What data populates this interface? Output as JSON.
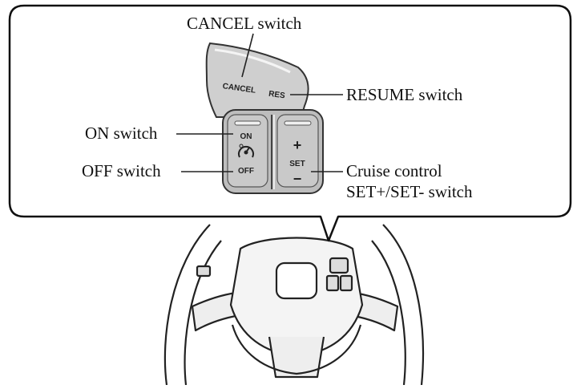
{
  "diagram": {
    "callouts": {
      "cancel": "CANCEL switch",
      "resume": "RESUME switch",
      "on": "ON switch",
      "off": "OFF switch",
      "cruise_line1": "Cruise control",
      "cruise_line2": "SET+/SET- switch"
    },
    "buttons": {
      "cancel": "CANCEL",
      "res": "RES",
      "on": "ON",
      "off": "OFF",
      "set": "SET",
      "plus": "+",
      "minus": "−"
    }
  }
}
